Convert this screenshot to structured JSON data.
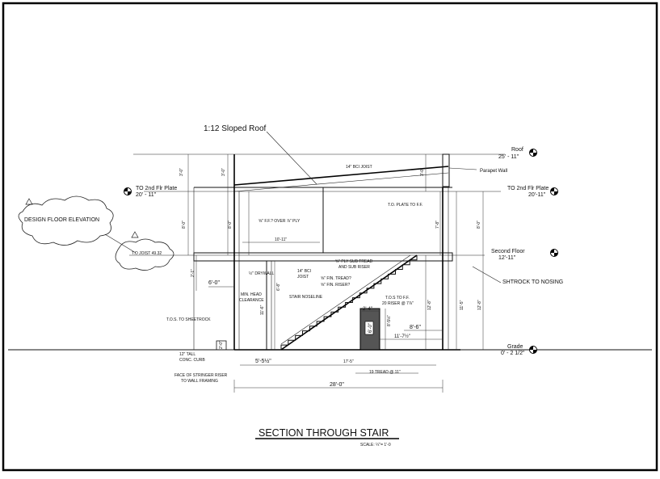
{
  "title": "SECTION THROUGH STAIR",
  "scale": "SCALE: ¼\"= 1'-0",
  "roof_note": "1:12 Sloped Roof",
  "design_floor": {
    "label": "DESIGN FLOOR ELEVATION",
    "joist": "T.O JOIST 49.32"
  },
  "elevations": {
    "roof": {
      "label": "Roof",
      "value": "25' - 11\""
    },
    "parapet": "Parapet Wall",
    "second_plate_right": {
      "label": "TO 2nd Flr Plate",
      "value": "20'-11\""
    },
    "second_plate_left": {
      "label": "TO 2nd Flr Plate",
      "value": "20' - 11\""
    },
    "second_floor": {
      "label": "Second Floor",
      "value": "12'-11\""
    },
    "grade": {
      "label": "Grade",
      "value": "0' - 2 1/2\""
    }
  },
  "notes": {
    "bci_joist_roof": "14\" BCI JOIST",
    "plate_to_ff": "T.O. PLATE TO F.F.",
    "ff_ply": "⅝\" F.F.? OVER ⅞\" PLY",
    "bci_joist_floor": "14\" BCI",
    "bci_joist_floor2": "JOIST",
    "ply_sub_tread": "⅝\" PLY SUB TREAD",
    "sub_riser": "AND SUB RISER",
    "fin_tread": "⅝\" FIN. TREAD?",
    "fin_riser": "⅝\" FIN. RISER?",
    "drywall": "½\" DRYWALL",
    "head_clearance_1": "MIN. HEAD",
    "head_clearance_2": "CLEARANCE",
    "stair_noseline": "STAIR NOSELINE",
    "tos_ff_1": "T.O.S TO F.F.",
    "tos_ff_2": "20 RISER @ 7⅞\"",
    "tos_sheetrock": "T.O.S. TO SHEETROCK",
    "shtrock_nosing": "SHTROCK TO NOSING",
    "curb_1": "12\" TALL",
    "curb_2": "CONC. CURB",
    "stringer_1": "FACE OF STRINGER RISER",
    "stringer_2": "TO WALL FRAMING"
  },
  "dimensions": {
    "d_3_0a": "3'-0\"",
    "d_3_0b": "3'-0\"",
    "d_3_0c": "3'-0\"",
    "d_8_0a": "8'-0\"",
    "d_8_0b": "8'-0\"",
    "d_7_8": "7'-8\"",
    "d_8_0c": "8'-0\"",
    "d_10_11": "10'-11\"",
    "d_2_1": "2'-1\"",
    "d_6_0": "6'-0\"",
    "d_6_8": "6'-8\"",
    "d_11_6": "11'-6\"",
    "d_12_8a": "12'-8\"",
    "d_11_5": "11'-5\"",
    "d_12_8b": "12'-8\"",
    "d_2_4": "2'-4\"",
    "d_8_5": "8'-5½\"",
    "d_8_6": "8'-6\"",
    "d_6_0b": "6'-0\"",
    "d_11_7": "11'-7½\"",
    "d_5_5": "5'-5½\"",
    "d_17_5": "17'-5\"",
    "d_treads": "19 TREAD @ 11\"",
    "d_28_0": "28'-0\"",
    "d_2_0": "2'-0\""
  }
}
